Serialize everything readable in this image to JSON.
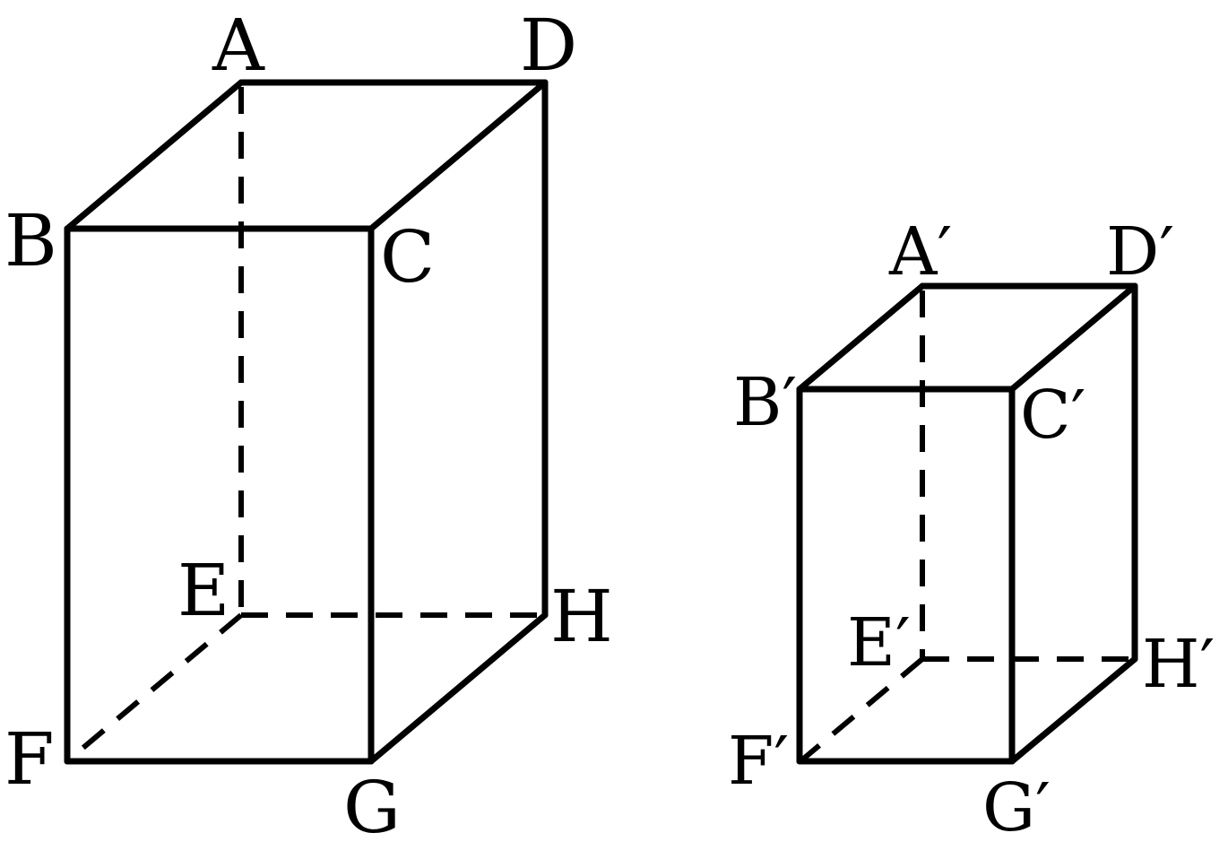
{
  "colors": {
    "stroke": "#000000",
    "background": "#ffffff"
  },
  "prisms": [
    {
      "id": "large",
      "vertices": {
        "A": "A",
        "B": "B",
        "C": "C",
        "D": "D",
        "E": "E",
        "F": "F",
        "G": "G",
        "H": "H"
      }
    },
    {
      "id": "small",
      "vertices": {
        "A": "A′",
        "B": "B′",
        "C": "C′",
        "D": "D′",
        "E": "E′",
        "F": "F′",
        "G": "G′",
        "H": "H′"
      }
    }
  ]
}
